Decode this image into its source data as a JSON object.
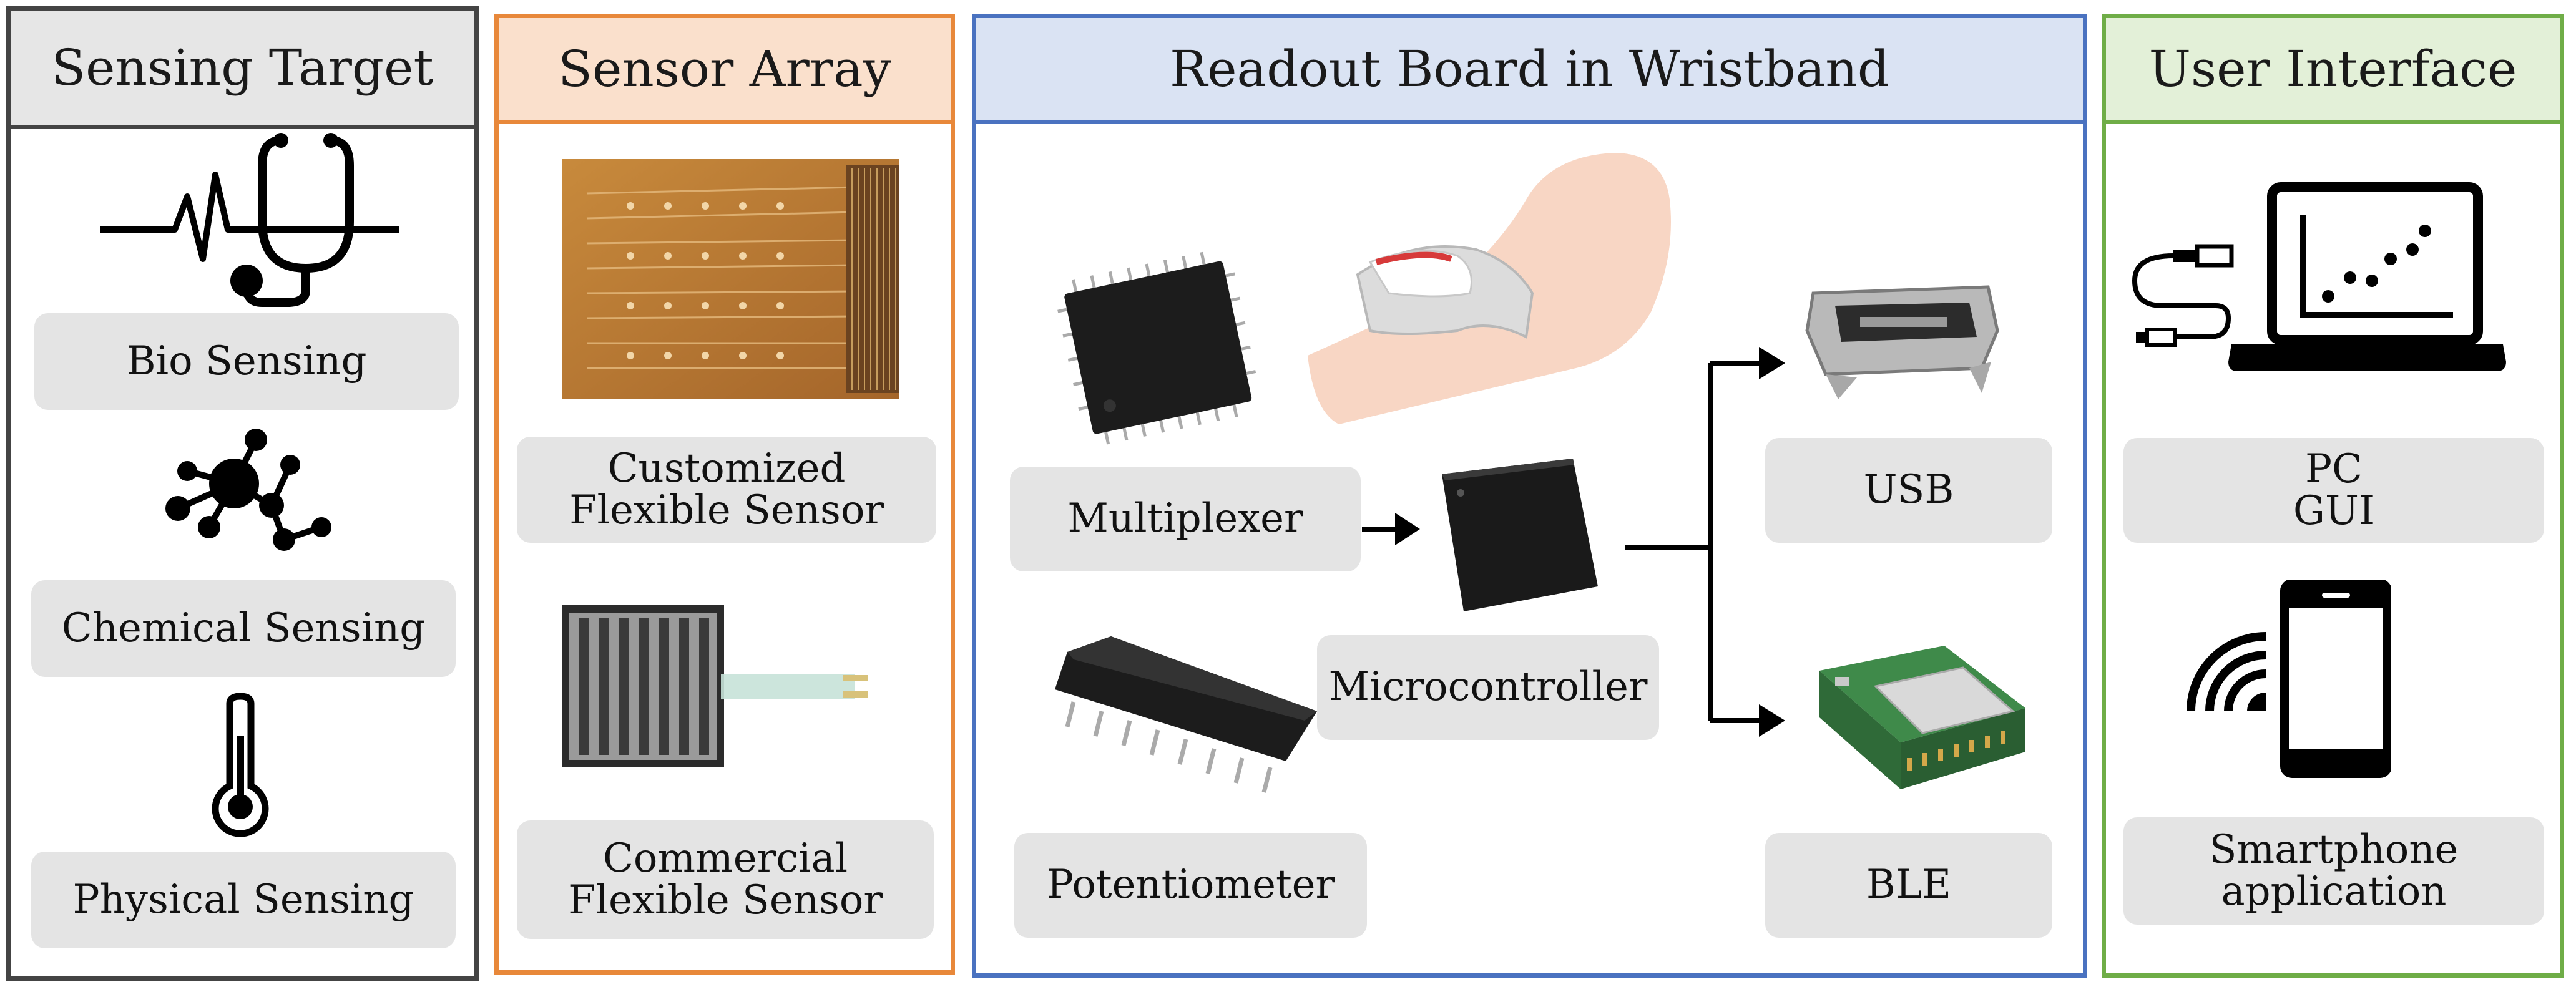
{
  "colors": {
    "sensing_target_border": "#444444",
    "sensing_target_header": "#e6e6e6",
    "sensor_array_border": "#e8883a",
    "sensor_array_header": "#fae0cc",
    "readout_border": "#4a72c0",
    "readout_header": "#dae3f3",
    "ui_border": "#6fad47",
    "ui_header": "#e3f0d8",
    "label_fill": "#e4e4e4"
  },
  "panels": {
    "sensing_target": {
      "title": "Sensing Target",
      "items": [
        {
          "label": "Bio Sensing",
          "icon": "stethoscope-heartbeat-icon"
        },
        {
          "label": "Chemical Sensing",
          "icon": "molecule-icon"
        },
        {
          "label": "Physical Sensing",
          "icon": "thermometer-icon"
        }
      ]
    },
    "sensor_array": {
      "title": "Sensor Array",
      "items": [
        {
          "label": "Customized\nFlexible Sensor",
          "icon": "flexible-sensor-array-photo"
        },
        {
          "label": "Commercial\nFlexible Sensor",
          "icon": "force-sensor-photo"
        }
      ]
    },
    "readout": {
      "title": "Readout Board in Wristband",
      "labels": {
        "multiplexer": "Multiplexer",
        "potentiometer": "Potentiometer",
        "microcontroller": "Microcontroller",
        "usb": "USB",
        "ble": "BLE"
      }
    },
    "user_interface": {
      "title": "User Interface",
      "items": [
        {
          "label": "PC\nGUI",
          "icon": "laptop-usb-icon"
        },
        {
          "label": "Smartphone\napplication",
          "icon": "smartphone-wireless-icon"
        }
      ]
    }
  }
}
